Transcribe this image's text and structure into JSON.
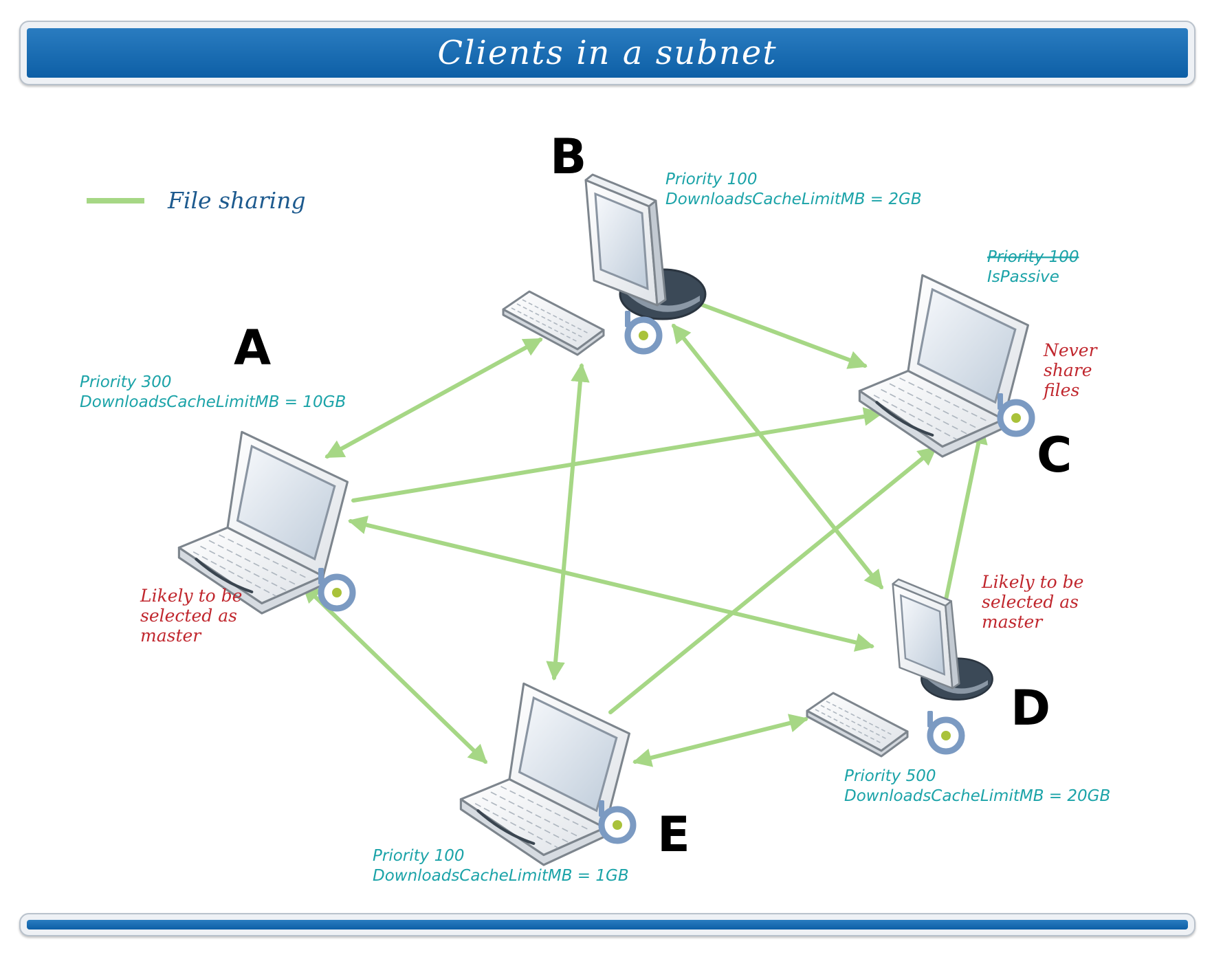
{
  "title": "Clients in a subnet",
  "legend": {
    "label": "File sharing",
    "color": "#a6d785"
  },
  "colors": {
    "banner": "#1767ae",
    "info_text": "#1ba3a8",
    "note_text": "#c0262d"
  },
  "nodes": [
    {
      "id": "A",
      "device": "laptop",
      "letter": "A",
      "info": [
        "Priority 300",
        "DownloadsCacheLimitMB = 10GB"
      ],
      "note": [
        "Likely to be",
        "selected as",
        "master"
      ]
    },
    {
      "id": "B",
      "device": "desktop",
      "letter": "B",
      "info": [
        "Priority 100",
        "DownloadsCacheLimitMB = 2GB"
      ]
    },
    {
      "id": "C",
      "device": "laptop",
      "letter": "C",
      "info": [
        "Priority 100",
        "IsPassive"
      ],
      "info_struck": [
        true,
        false
      ],
      "note": [
        "Never",
        "share",
        "files"
      ]
    },
    {
      "id": "D",
      "device": "desktop",
      "letter": "D",
      "info": [
        "Priority 500",
        "DownloadsCacheLimitMB = 20GB"
      ],
      "note": [
        "Likely to be",
        "selected as",
        "master"
      ]
    },
    {
      "id": "E",
      "device": "laptop",
      "letter": "E",
      "info": [
        "Priority 100",
        "DownloadsCacheLimitMB = 1GB"
      ]
    }
  ],
  "edges": [
    {
      "from": "A",
      "to": "B",
      "direction": "both"
    },
    {
      "from": "A",
      "to": "C",
      "direction": "to"
    },
    {
      "from": "A",
      "to": "D",
      "direction": "both"
    },
    {
      "from": "A",
      "to": "E",
      "direction": "both"
    },
    {
      "from": "B",
      "to": "C",
      "direction": "to"
    },
    {
      "from": "B",
      "to": "D",
      "direction": "both"
    },
    {
      "from": "B",
      "to": "E",
      "direction": "both"
    },
    {
      "from": "E",
      "to": "C",
      "direction": "to"
    },
    {
      "from": "D",
      "to": "C",
      "direction": "to"
    },
    {
      "from": "E",
      "to": "D",
      "direction": "both"
    }
  ]
}
